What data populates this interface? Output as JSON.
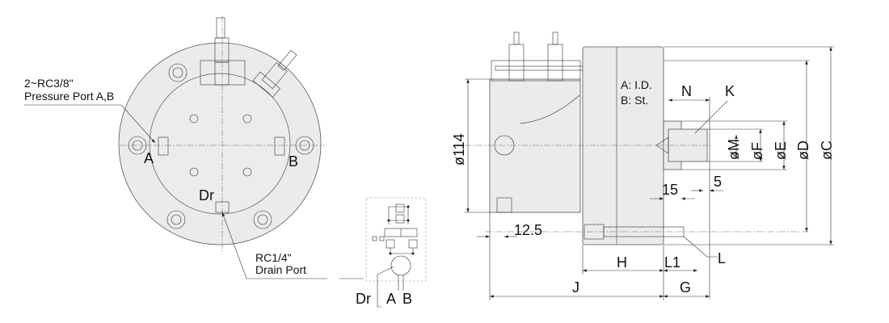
{
  "front_view": {
    "pressure_port_size": "2~RC3/8\"",
    "pressure_port_label": "Pressure Port A,B",
    "port_a": "A",
    "port_b": "B",
    "port_dr": "Dr",
    "drain_port_size": "RC1/4\"",
    "drain_port_label": "Drain Port"
  },
  "schematic": {
    "dr": "Dr",
    "a": "A",
    "b": "B"
  },
  "side_view": {
    "dia_114": "ø114",
    "dim_12_5": "12.5",
    "note_a": "A: I.D.",
    "note_b": "B: St.",
    "N": "N",
    "K": "K",
    "M": "øM",
    "F": "øF",
    "E": "øE",
    "D": "øD",
    "C": "øC",
    "dim_15": "15",
    "dim_5": "5",
    "H": "H",
    "L1": "L1",
    "L": "L",
    "J": "J",
    "G": "G"
  }
}
